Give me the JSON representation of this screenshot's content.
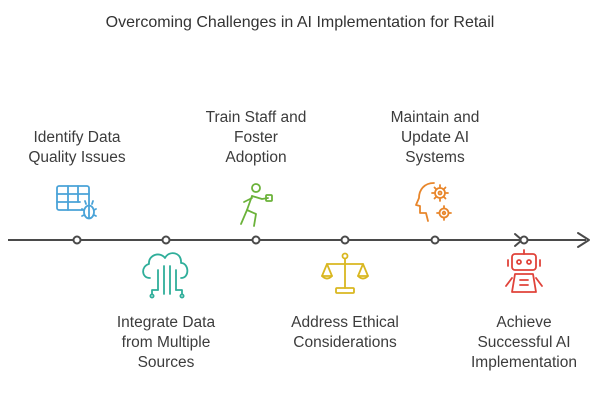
{
  "title": "Overcoming Challenges in AI Implementation for Retail",
  "colors": {
    "line": "#4a4a4a",
    "blue": "#4aa3d8",
    "teal": "#2fae9a",
    "green": "#6bb23a",
    "yellow": "#d9b720",
    "orange": "#e8862b",
    "red": "#e0433a"
  },
  "steps": [
    {
      "label": "Identify Data\nQuality Issues",
      "icon": "table-bug-icon"
    },
    {
      "label": "Integrate Data\nfrom Multiple\nSources",
      "icon": "cloud-circuit-icon"
    },
    {
      "label": "Train Staff and\nFoster\nAdoption",
      "icon": "running-person-icon"
    },
    {
      "label": "Address Ethical\nConsiderations",
      "icon": "scales-icon"
    },
    {
      "label": "Maintain and\nUpdate AI\nSystems",
      "icon": "head-gears-icon"
    },
    {
      "label": "Achieve\nSuccessful AI\nImplementation",
      "icon": "robot-icon"
    }
  ]
}
